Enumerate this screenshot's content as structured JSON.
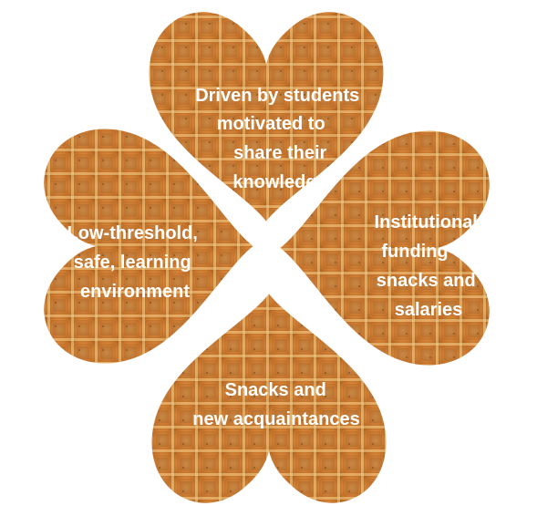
{
  "diagram": {
    "type": "four-heart-clover",
    "colors": {
      "waffle_base": "#d98a3c",
      "waffle_light": "#f2c27a",
      "waffle_dark": "#9a4e17",
      "text": "#ffffff",
      "background": "#ffffff"
    },
    "hearts": [
      {
        "id": "top",
        "lines": [
          "Driven by students",
          "motivated to",
          "share their",
          "knowledge"
        ]
      },
      {
        "id": "right",
        "lines": [
          "Institutional",
          "funding of",
          "snacks and",
          "salaries"
        ]
      },
      {
        "id": "bottom",
        "lines": [
          "Snacks and",
          "new acquaintances"
        ]
      },
      {
        "id": "left",
        "lines": [
          "Low-threshold,",
          "safe, learning",
          "environment"
        ]
      }
    ]
  }
}
